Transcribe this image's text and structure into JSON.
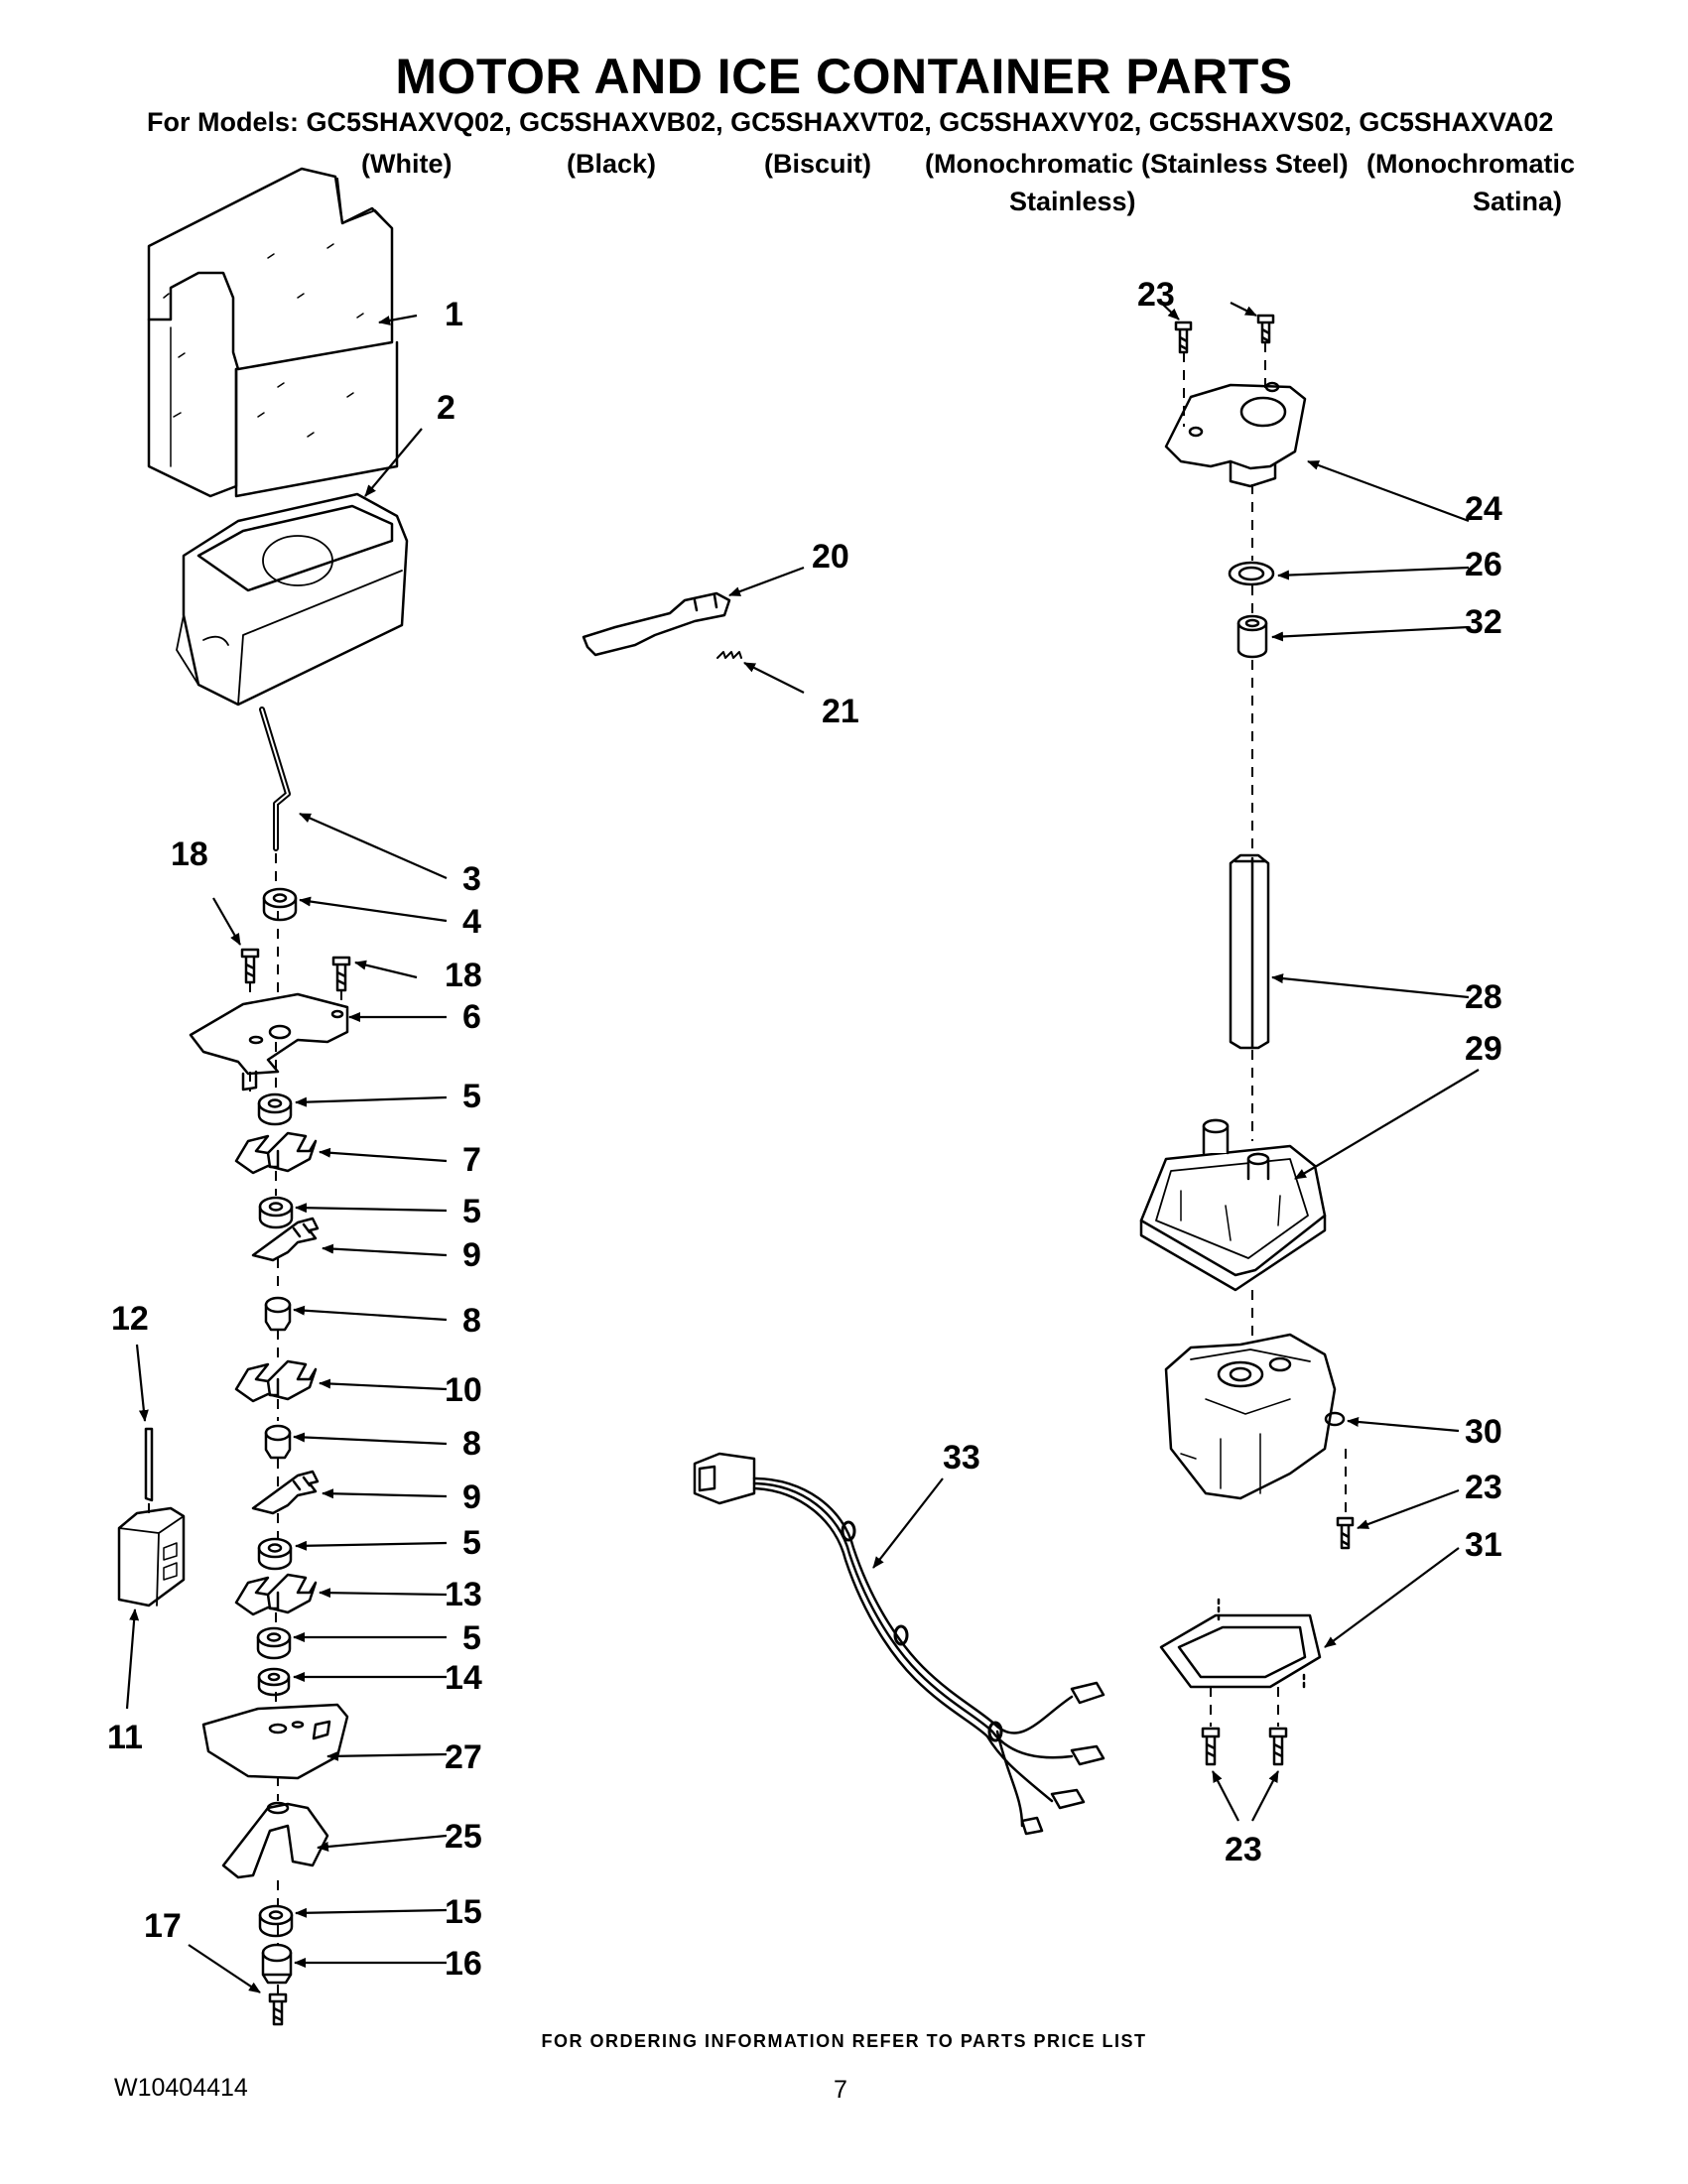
{
  "title": "MOTOR AND ICE CONTAINER PARTS",
  "models_line": "For Models: GC5SHAXVQ02, GC5SHAXVB02, GC5SHAXVT02, GC5SHAXVY02, GC5SHAXVS02, GC5SHAXVA02",
  "color_labels": [
    "(White)",
    "(Black)",
    "(Biscuit)",
    "(Monochromatic",
    "Stainless)",
    "(Stainless Steel)",
    "(Monochromatic",
    "Satina)"
  ],
  "callouts": {
    "c1": "1",
    "c2": "2",
    "c3": "3",
    "c4": "4",
    "c18a": "18",
    "c18b": "18",
    "c6": "6",
    "c5a": "5",
    "c7": "7",
    "c5b": "5",
    "c9a": "9",
    "c8a": "8",
    "c12": "12",
    "c10": "10",
    "c8b": "8",
    "c9b": "9",
    "c5c": "5",
    "c13": "13",
    "c5d": "5",
    "c14": "14",
    "c11": "11",
    "c27": "27",
    "c25": "25",
    "c15": "15",
    "c17": "17",
    "c16": "16",
    "c20": "20",
    "c21": "21",
    "c33": "33",
    "c23a": "23",
    "c24": "24",
    "c26": "26",
    "c32": "32",
    "c28": "28",
    "c29": "29",
    "c30": "30",
    "c23b": "23",
    "c31": "31",
    "c23c": "23"
  },
  "footer": {
    "ordering_note": "FOR ORDERING INFORMATION REFER TO PARTS PRICE LIST",
    "doc_number": "W10404414",
    "page_number": "7"
  }
}
